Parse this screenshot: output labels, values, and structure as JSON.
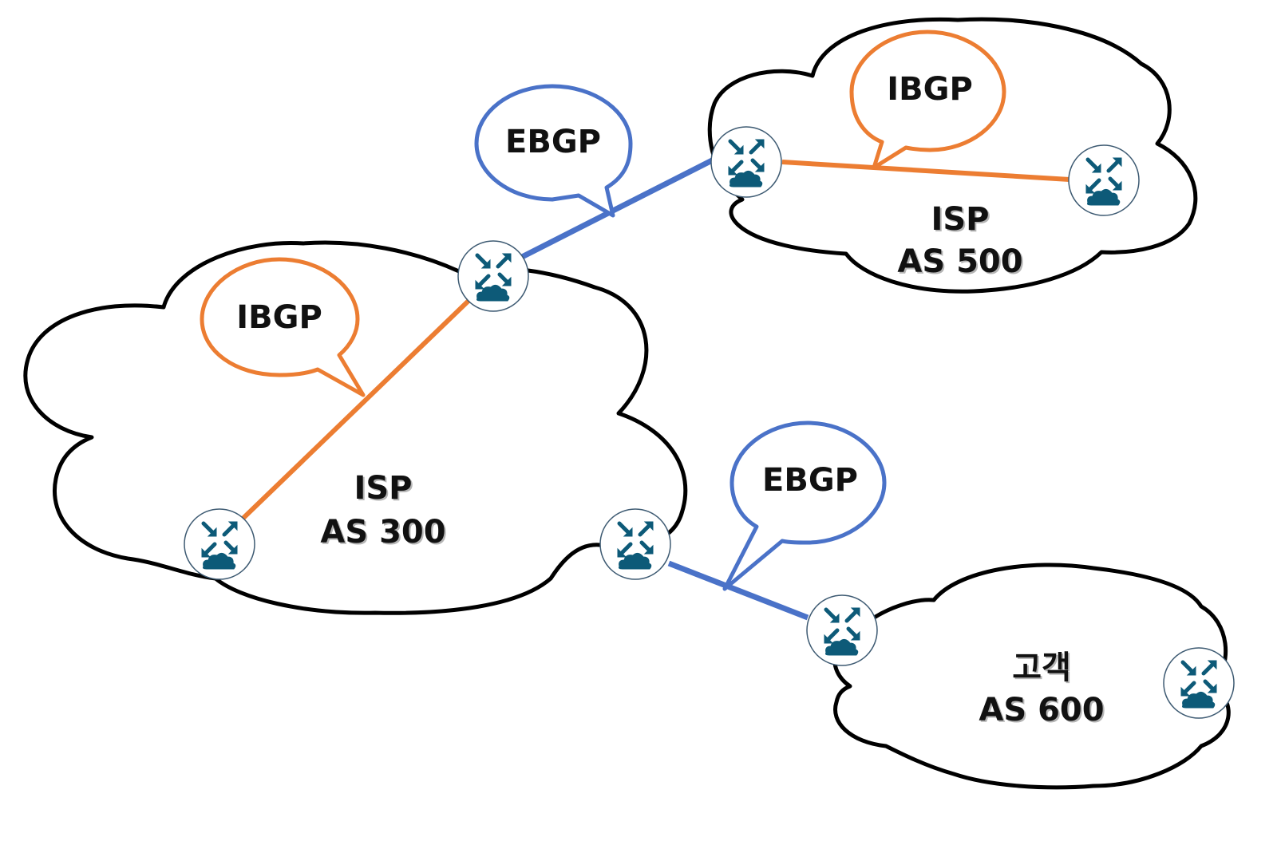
{
  "bubbles": {
    "ebgp_top": "EBGP",
    "ibgp_top": "IBGP",
    "ibgp_left": "IBGP",
    "ebgp_bottom": "EBGP"
  },
  "clouds": {
    "as300": {
      "line1": "ISP",
      "line2": "AS 300"
    },
    "as500": {
      "line1": "ISP",
      "line2": "AS 500"
    },
    "as600": {
      "line1": "고객",
      "line2": "AS 600"
    }
  },
  "colors": {
    "ebgp": "#4a72c8",
    "ibgp": "#ec7d32",
    "router": "#0d5a78",
    "cloud_outline": "#000000"
  },
  "icons": {
    "router": "router-icon"
  }
}
